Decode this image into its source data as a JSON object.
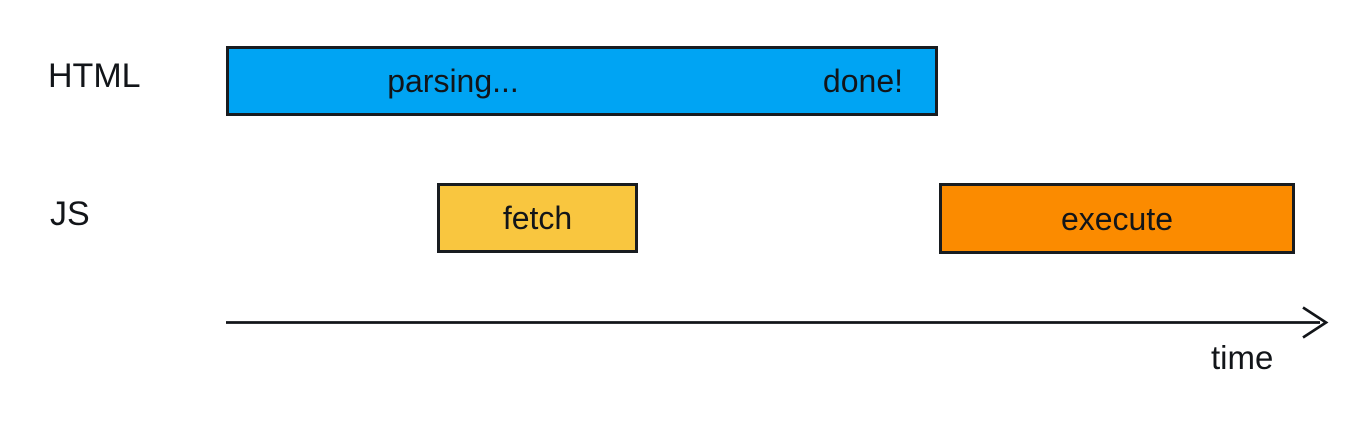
{
  "rows": [
    {
      "label": "HTML",
      "bars": [
        {
          "name": "parsing",
          "color": "#00a4f3",
          "labels": {
            "left": "parsing...",
            "right": "done!"
          }
        }
      ]
    },
    {
      "label": "JS",
      "bars": [
        {
          "name": "fetch",
          "color": "#f9c63f",
          "label": "fetch"
        },
        {
          "name": "execute",
          "color": "#fb8b00",
          "label": "execute"
        }
      ]
    }
  ],
  "axis": {
    "label": "time"
  },
  "colors": {
    "parsing_bar": "#00a4f3",
    "fetch_bar": "#f9c63f",
    "execute_bar": "#fb8b00",
    "ink": "#121519",
    "border": "#181c20",
    "background": "#ffffff"
  }
}
